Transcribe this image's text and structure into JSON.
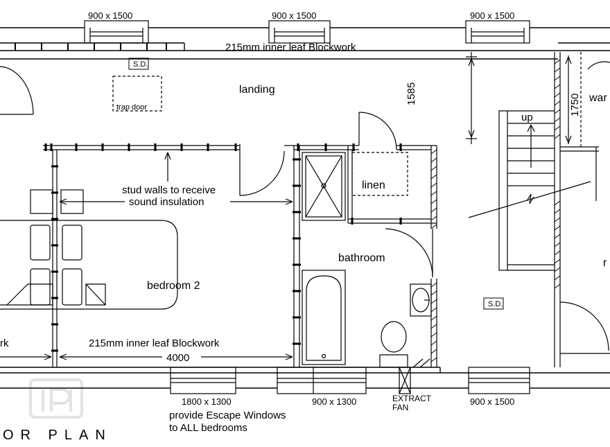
{
  "windows": {
    "top_left": "900 x 1500",
    "top_mid": "900 x 1500",
    "top_right": "900 x 1500",
    "bottom_left": "1800 x 1300",
    "bottom_mid": "900 x 1300",
    "bottom_right": "900 x 1500"
  },
  "notes": {
    "top_wall": "215mm inner leaf Blockwork",
    "bottom_wall": "215mm inner leaf Blockwork",
    "bottom_wall_left_fragment": "rk",
    "stud_walls_line1": "stud walls to receive",
    "stud_walls_line2": "sound insulation",
    "escape_line1": "provide Escape Windows",
    "escape_line2": "to ALL bedrooms",
    "extract_line1": "EXTRACT",
    "extract_line2": "FAN",
    "smoke_detector_1": "S.D.",
    "smoke_detector_2": "S.D.",
    "trap_door": "trap door",
    "up": "up"
  },
  "dimensions": {
    "landing_height": "1585",
    "wardrobe_height": "1750",
    "bedroom_width": "4000"
  },
  "rooms": {
    "landing": "landing",
    "linen": "linen",
    "bathroom": "bathroom",
    "bedroom2": "bedroom 2",
    "wardrobe_fragment": "war",
    "right_room_fragment": "r"
  },
  "plan_title": "OR  PLAN",
  "colors": {
    "lines": "#000000",
    "background": "#ffffff",
    "watermark": "#e3e3e3"
  }
}
